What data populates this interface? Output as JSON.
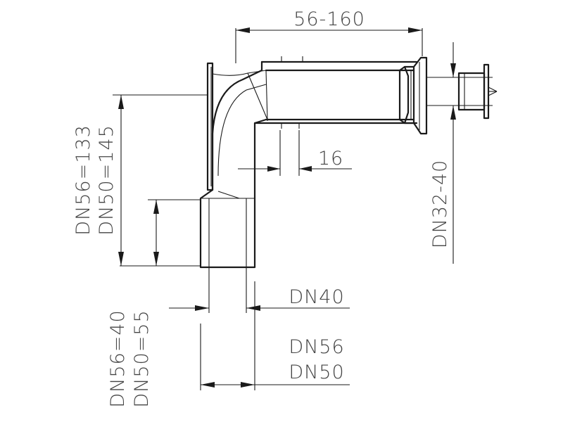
{
  "labels": {
    "length": "56-160",
    "depth": "16",
    "height": "DN56=133",
    "height_alt": "DN50=145",
    "inlet": "DN32-40",
    "socket": "DN56=40",
    "socket_alt": "DN50=55",
    "outlet_small": "DN40",
    "outlet_large": "DN56",
    "outlet_large_alt": "DN50"
  }
}
